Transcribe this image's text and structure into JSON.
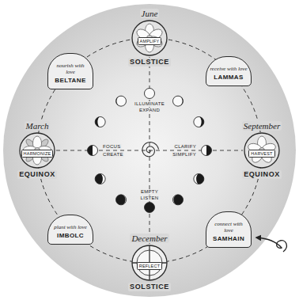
{
  "diagram": {
    "nodes": [
      {
        "text": [
          "June",
          "AMPLIFY",
          "SOLSTICE"
        ]
      },
      {
        "text": [
          "nourish with love",
          "BELTANE"
        ]
      },
      {
        "text": [
          "receive with love",
          "LAMMAS"
        ]
      },
      {
        "text": [
          "March",
          "HARMONIZE",
          "EQUINOX"
        ]
      },
      {
        "text": [
          "September",
          "HARVEST",
          "EQUINOX"
        ]
      },
      {
        "text": [
          "plant with love",
          "IMBOLC"
        ]
      },
      {
        "text": [
          "connect with love",
          "SAMHAIN"
        ]
      },
      {
        "text": [
          "December",
          "REFLECT",
          "SOLSTICE"
        ]
      }
    ],
    "labels": [
      "ILLUMINATE",
      "EXPAND",
      "FOCUS",
      "CREATE",
      "CLARIFY",
      "SIMPLIFY",
      "EMPTY",
      "LISTEN"
    ]
  }
}
